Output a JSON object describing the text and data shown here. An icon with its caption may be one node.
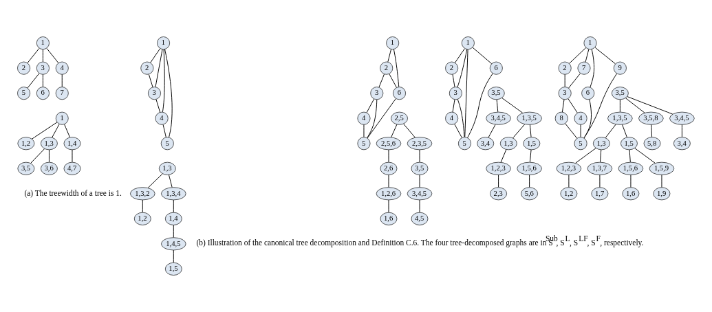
{
  "diagram": {
    "nodes": [
      {
        "text": [
          "1"
        ]
      },
      {
        "text": [
          "2"
        ]
      },
      {
        "text": [
          "3"
        ]
      },
      {
        "text": [
          "4"
        ]
      },
      {
        "text": [
          "5"
        ]
      },
      {
        "text": [
          "6"
        ]
      },
      {
        "text": [
          "7"
        ]
      },
      {
        "text": [
          "1"
        ]
      },
      {
        "text": [
          "2"
        ]
      },
      {
        "text": [
          "3"
        ]
      },
      {
        "text": [
          "4"
        ]
      },
      {
        "text": [
          "5"
        ]
      },
      {
        "text": [
          "1"
        ]
      },
      {
        "text": [
          "2"
        ]
      },
      {
        "text": [
          "3"
        ]
      },
      {
        "text": [
          "4"
        ]
      },
      {
        "text": [
          "5"
        ]
      },
      {
        "text": [
          "6"
        ]
      },
      {
        "text": [
          "1"
        ]
      },
      {
        "text": [
          "2"
        ]
      },
      {
        "text": [
          "3"
        ]
      },
      {
        "text": [
          "4"
        ]
      },
      {
        "text": [
          "5"
        ]
      },
      {
        "text": [
          "6"
        ]
      },
      {
        "text": [
          "1"
        ]
      },
      {
        "text": [
          "2"
        ]
      },
      {
        "text": [
          "3"
        ]
      },
      {
        "text": [
          "4"
        ]
      },
      {
        "text": [
          "5"
        ]
      },
      {
        "text": [
          "6"
        ]
      },
      {
        "text": [
          "7"
        ]
      },
      {
        "text": [
          "8"
        ]
      },
      {
        "text": [
          "9"
        ]
      },
      {
        "text": [
          "1"
        ]
      },
      {
        "text": [
          "1,2"
        ]
      },
      {
        "text": [
          "1,3"
        ]
      },
      {
        "text": [
          "1,4"
        ]
      },
      {
        "text": [
          "3,5"
        ]
      },
      {
        "text": [
          "3,6"
        ]
      },
      {
        "text": [
          "4,7"
        ]
      },
      {
        "text": [
          "1,3"
        ]
      },
      {
        "text": [
          "1,3,2"
        ]
      },
      {
        "text": [
          "1,3,4"
        ]
      },
      {
        "text": [
          "1,2"
        ]
      },
      {
        "text": [
          "1,4"
        ]
      },
      {
        "text": [
          "1,4,5"
        ]
      },
      {
        "text": [
          "1,5"
        ]
      },
      {
        "text": [
          "2,5"
        ]
      },
      {
        "text": [
          "2,5,6"
        ]
      },
      {
        "text": [
          "2,3,5"
        ]
      },
      {
        "text": [
          "2,6"
        ]
      },
      {
        "text": [
          "3,5"
        ]
      },
      {
        "text": [
          "1,2,6"
        ]
      },
      {
        "text": [
          "3,4,5"
        ]
      },
      {
        "text": [
          "1,6"
        ]
      },
      {
        "text": [
          "4,5"
        ]
      },
      {
        "text": [
          "3,5"
        ]
      },
      {
        "text": [
          "3,4,5"
        ]
      },
      {
        "text": [
          "1,3,5"
        ]
      },
      {
        "text": [
          "3,4"
        ]
      },
      {
        "text": [
          "1,3"
        ]
      },
      {
        "text": [
          "1,5"
        ]
      },
      {
        "text": [
          "1,2,3"
        ]
      },
      {
        "text": [
          "1,5,6"
        ]
      },
      {
        "text": [
          "2,3"
        ]
      },
      {
        "text": [
          "5,6"
        ]
      },
      {
        "text": [
          "3,5"
        ]
      },
      {
        "text": [
          "3,4,5"
        ]
      },
      {
        "text": [
          "1,3,5"
        ]
      },
      {
        "text": [
          "3,5,8"
        ]
      },
      {
        "text": [
          "3,4"
        ]
      },
      {
        "text": [
          "1,3"
        ]
      },
      {
        "text": [
          "1,5"
        ]
      },
      {
        "text": [
          "5,8"
        ]
      },
      {
        "text": [
          "1,2,3"
        ]
      },
      {
        "text": [
          "1,3,7"
        ]
      },
      {
        "text": [
          "1,5,6"
        ]
      },
      {
        "text": [
          "1,5,9"
        ]
      },
      {
        "text": [
          "1,2"
        ]
      },
      {
        "text": [
          "1,7"
        ]
      },
      {
        "text": [
          "1,6"
        ]
      },
      {
        "text": [
          "1,9"
        ]
      }
    ],
    "edges": [
      {
        "from": 0,
        "to": 1,
        "arrow": "none"
      },
      {
        "from": 0,
        "to": 2,
        "arrow": "none"
      },
      {
        "from": 0,
        "to": 3,
        "arrow": "none"
      },
      {
        "from": 2,
        "to": 4,
        "arrow": "none"
      },
      {
        "from": 2,
        "to": 5,
        "arrow": "none"
      },
      {
        "from": 3,
        "to": 6,
        "arrow": "none"
      },
      {
        "from": 7,
        "to": 8,
        "arrow": "none"
      },
      {
        "from": 8,
        "to": 9,
        "arrow": "none"
      },
      {
        "from": 9,
        "to": 10,
        "arrow": "none"
      },
      {
        "from": 10,
        "to": 11,
        "arrow": "none"
      },
      {
        "from": 11,
        "to": 7,
        "arrow": "none"
      },
      {
        "from": 7,
        "to": 9,
        "arrow": "none"
      },
      {
        "from": 7,
        "to": 10,
        "arrow": "none"
      },
      {
        "from": 12,
        "to": 13,
        "arrow": "none"
      },
      {
        "from": 12,
        "to": 17,
        "arrow": "none"
      },
      {
        "from": 13,
        "to": 17,
        "arrow": "none"
      },
      {
        "from": 13,
        "to": 14,
        "arrow": "none"
      },
      {
        "from": 17,
        "to": 16,
        "arrow": "none"
      },
      {
        "from": 14,
        "to": 16,
        "arrow": "none"
      },
      {
        "from": 14,
        "to": 15,
        "arrow": "none"
      },
      {
        "from": 15,
        "to": 16,
        "arrow": "none"
      },
      {
        "from": 18,
        "to": 19,
        "arrow": "none"
      },
      {
        "from": 18,
        "to": 23,
        "arrow": "none"
      },
      {
        "from": 18,
        "to": 20,
        "arrow": "none"
      },
      {
        "from": 18,
        "to": 22,
        "arrow": "none"
      },
      {
        "from": 19,
        "to": 20,
        "arrow": "none"
      },
      {
        "from": 23,
        "to": 22,
        "arrow": "none"
      },
      {
        "from": 20,
        "to": 22,
        "arrow": "none"
      },
      {
        "from": 20,
        "to": 21,
        "arrow": "none"
      },
      {
        "from": 21,
        "to": 22,
        "arrow": "none"
      },
      {
        "from": 24,
        "to": 25,
        "arrow": "none"
      },
      {
        "from": 24,
        "to": 30,
        "arrow": "none"
      },
      {
        "from": 24,
        "to": 32,
        "arrow": "none"
      },
      {
        "from": 24,
        "to": 29,
        "arrow": "none"
      },
      {
        "from": 25,
        "to": 26,
        "arrow": "none"
      },
      {
        "from": 30,
        "to": 26,
        "arrow": "none"
      },
      {
        "from": 32,
        "to": 28,
        "arrow": "none"
      },
      {
        "from": 29,
        "to": 28,
        "arrow": "none"
      },
      {
        "from": 26,
        "to": 31,
        "arrow": "none"
      },
      {
        "from": 31,
        "to": 28,
        "arrow": "none"
      },
      {
        "from": 26,
        "to": 27,
        "arrow": "none"
      },
      {
        "from": 27,
        "to": 28,
        "arrow": "none"
      },
      {
        "from": 33,
        "to": 34,
        "arrow": "none"
      },
      {
        "from": 33,
        "to": 35,
        "arrow": "none"
      },
      {
        "from": 33,
        "to": 36,
        "arrow": "none"
      },
      {
        "from": 35,
        "to": 37,
        "arrow": "none"
      },
      {
        "from": 35,
        "to": 38,
        "arrow": "none"
      },
      {
        "from": 36,
        "to": 39,
        "arrow": "none"
      },
      {
        "from": 40,
        "to": 41,
        "arrow": "none"
      },
      {
        "from": 40,
        "to": 42,
        "arrow": "none"
      },
      {
        "from": 41,
        "to": 43,
        "arrow": "none"
      },
      {
        "from": 42,
        "to": 44,
        "arrow": "none"
      },
      {
        "from": 44,
        "to": 45,
        "arrow": "none"
      },
      {
        "from": 45,
        "to": 46,
        "arrow": "none"
      },
      {
        "from": 47,
        "to": 48,
        "arrow": "none"
      },
      {
        "from": 47,
        "to": 49,
        "arrow": "none"
      },
      {
        "from": 48,
        "to": 50,
        "arrow": "none"
      },
      {
        "from": 50,
        "to": 52,
        "arrow": "none"
      },
      {
        "from": 52,
        "to": 54,
        "arrow": "none"
      },
      {
        "from": 49,
        "to": 51,
        "arrow": "none"
      },
      {
        "from": 51,
        "to": 53,
        "arrow": "none"
      },
      {
        "from": 53,
        "to": 55,
        "arrow": "none"
      },
      {
        "from": 56,
        "to": 57,
        "arrow": "none"
      },
      {
        "from": 56,
        "to": 58,
        "arrow": "none"
      },
      {
        "from": 57,
        "to": 59,
        "arrow": "none"
      },
      {
        "from": 58,
        "to": 60,
        "arrow": "none"
      },
      {
        "from": 58,
        "to": 61,
        "arrow": "none"
      },
      {
        "from": 60,
        "to": 62,
        "arrow": "none"
      },
      {
        "from": 62,
        "to": 64,
        "arrow": "none"
      },
      {
        "from": 61,
        "to": 63,
        "arrow": "none"
      },
      {
        "from": 63,
        "to": 65,
        "arrow": "none"
      },
      {
        "from": 66,
        "to": 67,
        "arrow": "none"
      },
      {
        "from": 66,
        "to": 68,
        "arrow": "none"
      },
      {
        "from": 66,
        "to": 69,
        "arrow": "none"
      },
      {
        "from": 67,
        "to": 70,
        "arrow": "none"
      },
      {
        "from": 68,
        "to": 71,
        "arrow": "none"
      },
      {
        "from": 68,
        "to": 72,
        "arrow": "none"
      },
      {
        "from": 69,
        "to": 73,
        "arrow": "none"
      },
      {
        "from": 71,
        "to": 74,
        "arrow": "none"
      },
      {
        "from": 71,
        "to": 75,
        "arrow": "none"
      },
      {
        "from": 72,
        "to": 76,
        "arrow": "none"
      },
      {
        "from": 72,
        "to": 77,
        "arrow": "none"
      },
      {
        "from": 74,
        "to": 78,
        "arrow": "none"
      },
      {
        "from": 75,
        "to": 79,
        "arrow": "none"
      },
      {
        "from": 76,
        "to": 80,
        "arrow": "none"
      },
      {
        "from": 77,
        "to": 81,
        "arrow": "none"
      }
    ],
    "labels": [
      "(a) The treewidth of a tree is 1.",
      "(b) Illustration of the canonical tree decomposition and Definition C.6. The four tree-decomposed graphs are in S$^{Sub}$, S$^{L}$, S$^{LF}$, S$^{F}$, respectively."
    ]
  }
}
